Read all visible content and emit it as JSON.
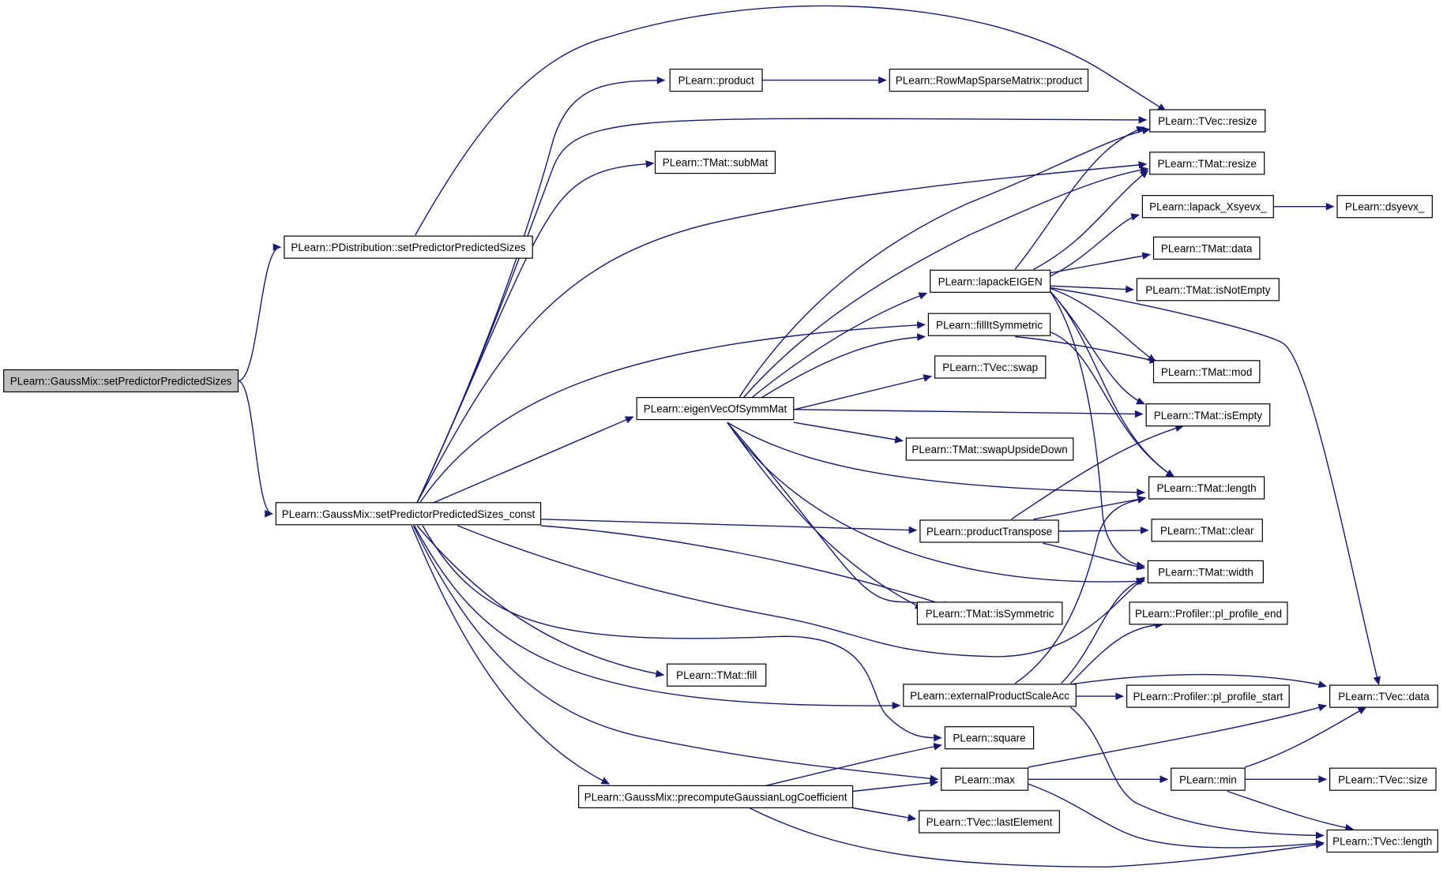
{
  "graph": {
    "edge_color": "#191970",
    "root_fill": "#bfbfbf",
    "nodes": [
      {
        "id": "root",
        "label": "PLearn::GaussMix::setPredictorPredictedSizes",
        "root": true
      },
      {
        "id": "pdist",
        "label": "PLearn::PDistribution::setPredictorPredictedSizes"
      },
      {
        "id": "const",
        "label": "PLearn::GaussMix::setPredictorPredictedSizes_const"
      },
      {
        "id": "product",
        "label": "PLearn::product"
      },
      {
        "id": "rmsm",
        "label": "PLearn::RowMapSparseMatrix::product"
      },
      {
        "id": "tvresize",
        "label": "PLearn::TVec::resize"
      },
      {
        "id": "submat",
        "label": "PLearn::TMat::subMat"
      },
      {
        "id": "tmresize",
        "label": "PLearn::TMat::resize"
      },
      {
        "id": "lapackx",
        "label": "PLearn::lapack_Xsyevx_"
      },
      {
        "id": "dsyevx",
        "label": "PLearn::dsyevx_"
      },
      {
        "id": "tmdata",
        "label": "PLearn::TMat::data"
      },
      {
        "id": "lapackeigen",
        "label": "PLearn::lapackEIGEN"
      },
      {
        "id": "isnotempty",
        "label": "PLearn::TMat::isNotEmpty"
      },
      {
        "id": "fillit",
        "label": "PLearn::fillItSymmetric"
      },
      {
        "id": "mod",
        "label": "PLearn::TMat::mod"
      },
      {
        "id": "tvswap",
        "label": "PLearn::TVec::swap"
      },
      {
        "id": "eigen",
        "label": "PLearn::eigenVecOfSymmMat"
      },
      {
        "id": "isempty",
        "label": "PLearn::TMat::isEmpty"
      },
      {
        "id": "swapud",
        "label": "PLearn::TMat::swapUpsideDown"
      },
      {
        "id": "tmlength",
        "label": "PLearn::TMat::length"
      },
      {
        "id": "prodtr",
        "label": "PLearn::productTranspose"
      },
      {
        "id": "clear",
        "label": "PLearn::TMat::clear"
      },
      {
        "id": "width",
        "label": "PLearn::TMat::width"
      },
      {
        "id": "issym",
        "label": "PLearn::TMat::isSymmetric"
      },
      {
        "id": "profend",
        "label": "PLearn::Profiler::pl_profile_end"
      },
      {
        "id": "fill",
        "label": "PLearn::TMat::fill"
      },
      {
        "id": "extprod",
        "label": "PLearn::externalProductScaleAcc"
      },
      {
        "id": "profstart",
        "label": "PLearn::Profiler::pl_profile_start"
      },
      {
        "id": "tvdata",
        "label": "PLearn::TVec::data"
      },
      {
        "id": "square",
        "label": "PLearn::square"
      },
      {
        "id": "max",
        "label": "PLearn::max"
      },
      {
        "id": "min",
        "label": "PLearn::min"
      },
      {
        "id": "tvsize",
        "label": "PLearn::TVec::size"
      },
      {
        "id": "precompute",
        "label": "PLearn::GaussMix::precomputeGaussianLogCoefficient"
      },
      {
        "id": "lastel",
        "label": "PLearn::TVec::lastElement"
      },
      {
        "id": "tvlength",
        "label": "PLearn::TVec::length"
      }
    ],
    "edges": [
      [
        "root",
        "pdist"
      ],
      [
        "root",
        "const"
      ],
      [
        "pdist",
        "tvresize"
      ],
      [
        "const",
        "product"
      ],
      [
        "const",
        "tvresize"
      ],
      [
        "const",
        "submat"
      ],
      [
        "const",
        "tmresize"
      ],
      [
        "const",
        "eigen"
      ],
      [
        "const",
        "fillit"
      ],
      [
        "const",
        "prodtr"
      ],
      [
        "const",
        "issym"
      ],
      [
        "const",
        "width"
      ],
      [
        "const",
        "fill"
      ],
      [
        "const",
        "extprod"
      ],
      [
        "const",
        "square"
      ],
      [
        "const",
        "max"
      ],
      [
        "const",
        "precompute"
      ],
      [
        "product",
        "rmsm"
      ],
      [
        "lapackx",
        "dsyevx"
      ],
      [
        "lapackeigen",
        "tvresize"
      ],
      [
        "lapackeigen",
        "tmresize"
      ],
      [
        "lapackeigen",
        "lapackx"
      ],
      [
        "lapackeigen",
        "tmdata"
      ],
      [
        "lapackeigen",
        "isnotempty"
      ],
      [
        "lapackeigen",
        "mod"
      ],
      [
        "lapackeigen",
        "isempty"
      ],
      [
        "lapackeigen",
        "tmlength"
      ],
      [
        "lapackeigen",
        "width"
      ],
      [
        "lapackeigen",
        "tvdata"
      ],
      [
        "fillit",
        "mod"
      ],
      [
        "fillit",
        "tmlength"
      ],
      [
        "eigen",
        "tvresize"
      ],
      [
        "eigen",
        "tmresize"
      ],
      [
        "eigen",
        "lapackeigen"
      ],
      [
        "eigen",
        "fillit"
      ],
      [
        "eigen",
        "tvswap"
      ],
      [
        "eigen",
        "isempty"
      ],
      [
        "eigen",
        "swapud"
      ],
      [
        "eigen",
        "tmlength"
      ],
      [
        "eigen",
        "width"
      ],
      [
        "eigen",
        "issym"
      ],
      [
        "prodtr",
        "isempty"
      ],
      [
        "prodtr",
        "tmlength"
      ],
      [
        "prodtr",
        "clear"
      ],
      [
        "prodtr",
        "width"
      ],
      [
        "extprod",
        "tmlength"
      ],
      [
        "extprod",
        "width"
      ],
      [
        "extprod",
        "profend"
      ],
      [
        "extprod",
        "profstart"
      ],
      [
        "extprod",
        "tvdata"
      ],
      [
        "extprod",
        "tvlength"
      ],
      [
        "max",
        "tvdata"
      ],
      [
        "max",
        "min"
      ],
      [
        "max",
        "tvlength"
      ],
      [
        "min",
        "tvdata"
      ],
      [
        "min",
        "tvsize"
      ],
      [
        "min",
        "tvlength"
      ],
      [
        "precompute",
        "square"
      ],
      [
        "precompute",
        "max"
      ],
      [
        "precompute",
        "lastel"
      ],
      [
        "precompute",
        "tvlength"
      ]
    ]
  }
}
